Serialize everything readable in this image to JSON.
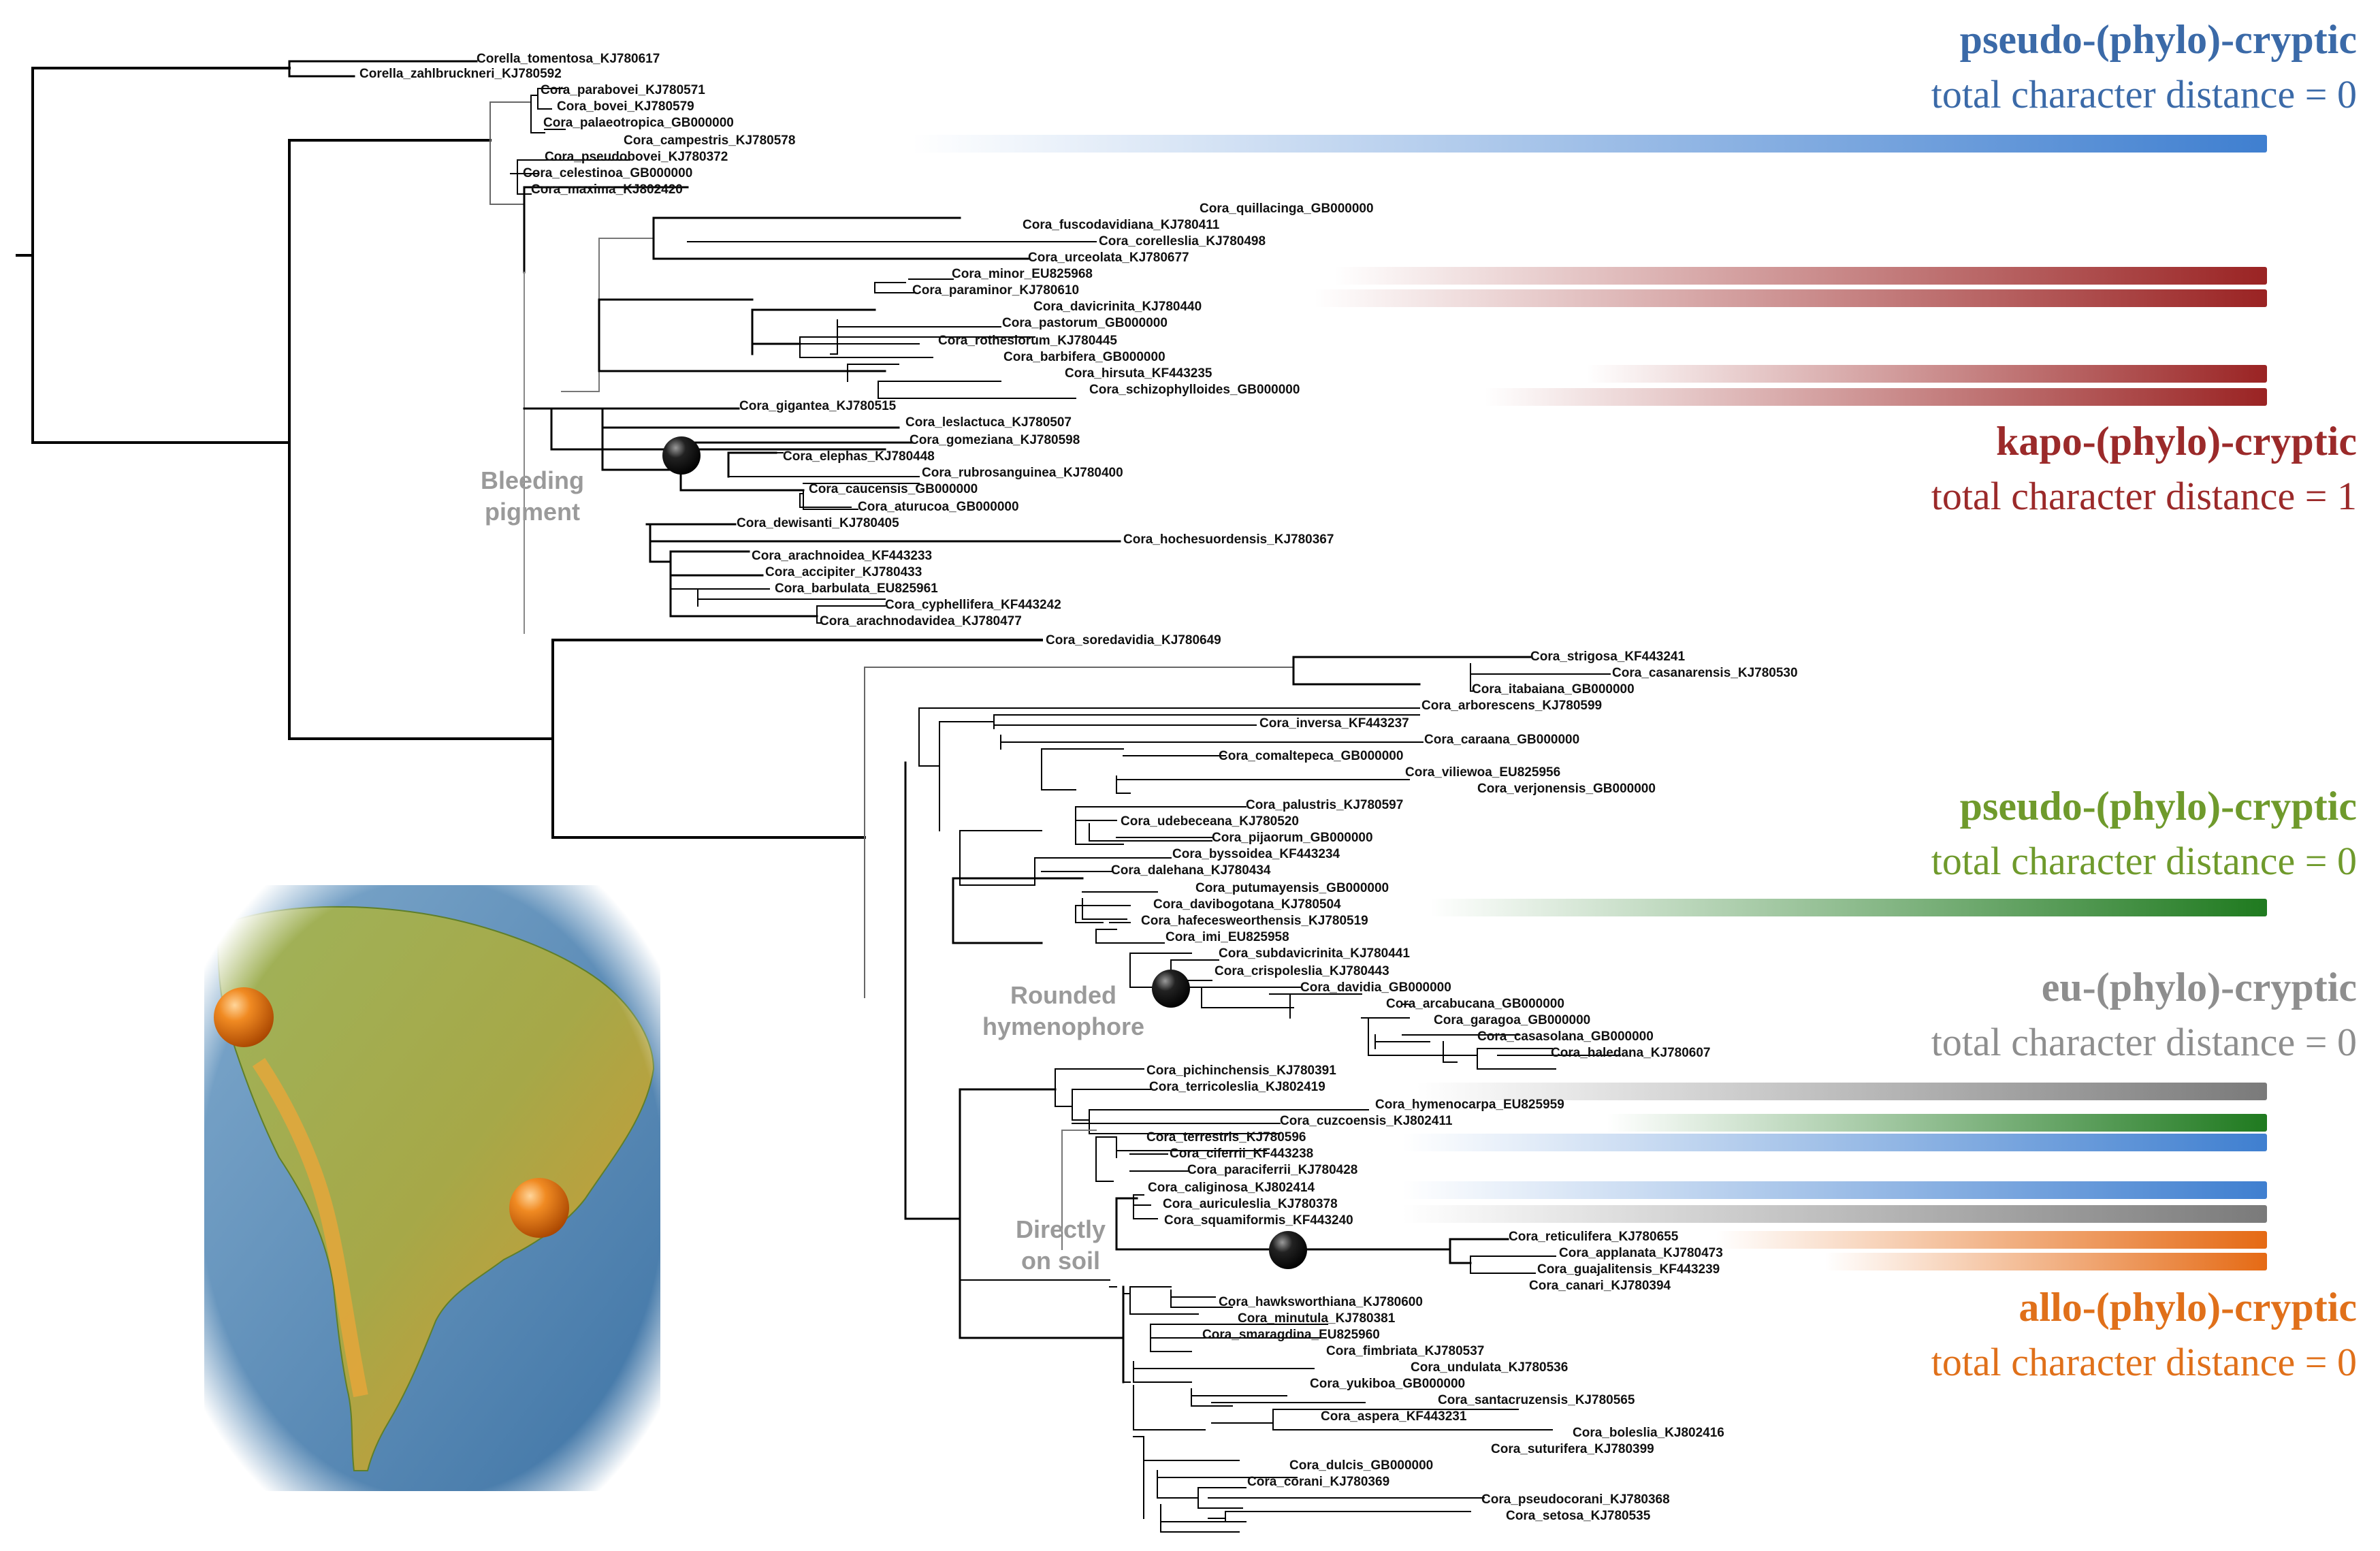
{
  "tips": [
    "Corella_tomentosa_KJ780617",
    "Corella_zahlbruckneri_KJ780592",
    "Cora_parabovei_KJ780571",
    "Cora_bovei_KJ780579",
    "Cora_palaeotropica_GB000000",
    "Cora_campestris_KJ780578",
    "Cora_pseudobovei_KJ780372",
    "Cora_celestinoa_GB000000",
    "Cora_maxima_KJ802420",
    "Cora_quillacinga_GB000000",
    "Cora_fuscodavidiana_KJ780411",
    "Cora_corelleslia_KJ780498",
    "Cora_urceolata_KJ780677",
    "Cora_minor_EU825968",
    "Cora_paraminor_KJ780610",
    "Cora_davicrinita_KJ780440",
    "Cora_pastorum_GB000000",
    "Cora_rothesiorum_KJ780445",
    "Cora_barbifera_GB000000",
    "Cora_hirsuta_KF443235",
    "Cora_schizophylloides_GB000000",
    "Cora_gigantea_KJ780515",
    "Cora_leslactuca_KJ780507",
    "Cora_gomeziana_KJ780598",
    "Cora_elephas_KJ780448",
    "Cora_rubrosanguinea_KJ780400",
    "Cora_caucensis_GB000000",
    "Cora_aturucoa_GB000000",
    "Cora_dewisanti_KJ780405",
    "Cora_hochesuordensis_KJ780367",
    "Cora_arachnoidea_KF443233",
    "Cora_accipiter_KJ780433",
    "Cora_barbulata_EU825961",
    "Cora_cyphellifera_KF443242",
    "Cora_arachnodavidea_KJ780477",
    "Cora_soredavidia_KJ780649",
    "Cora_strigosa_KF443241",
    "Cora_casanarensis_KJ780530",
    "Cora_itabaiana_GB000000",
    "Cora_arborescens_KJ780599",
    "Cora_inversa_KF443237",
    "Cora_caraana_GB000000",
    "Cora_comaltepeca_GB000000",
    "Cora_viliewoa_EU825956",
    "Cora_verjonensis_GB000000",
    "Cora_palustris_KJ780597",
    "Cora_udebeceana_KJ780520",
    "Cora_pijaorum_GB000000",
    "Cora_byssoidea_KF443234",
    "Cora_dalehana_KJ780434",
    "Cora_putumayensis_GB000000",
    "Cora_davibogotana_KJ780504",
    "Cora_hafecesweorthensis_KJ780519",
    "Cora_imi_EU825958",
    "Cora_subdavicrinita_KJ780441",
    "Cora_crispoleslia_KJ780443",
    "Cora_davidia_GB000000",
    "Cora_arcabucana_GB000000",
    "Cora_garagoa_GB000000",
    "Cora_casasolana_GB000000",
    "Cora_haledana_KJ780607",
    "Cora_pichinchensis_KJ780391",
    "Cora_terricoleslia_KJ802419",
    "Cora_hymenocarpa_EU825959",
    "Cora_cuzcoensis_KJ802411",
    "Cora_terrestris_KJ780596",
    "Cora_ciferrii_KF443238",
    "Cora_paraciferrii_KJ780428",
    "Cora_caliginosa_KJ802414",
    "Cora_auriculeslia_KJ780378",
    "Cora_squamiformis_KF443240",
    "Cora_reticulifera_KJ780655",
    "Cora_applanata_KJ780473",
    "Cora_guajalitensis_KF443239",
    "Cora_canari_KJ780394",
    "Cora_hawksworthiana_KJ780600",
    "Cora_minutula_KJ780381",
    "Cora_smaragdina_EU825960",
    "Cora_fimbriata_KJ780537",
    "Cora_undulata_KJ780536",
    "Cora_yukiboa_GB000000",
    "Cora_santacruzensis_KJ780565",
    "Cora_aspera_KF443231",
    "Cora_boleslia_KJ802416",
    "Cora_suturifera_KJ780399",
    "Cora_dulcis_GB000000",
    "Cora_corani_KJ780369",
    "Cora_pseudocorani_KJ780368",
    "Cora_setosa_KJ780535"
  ],
  "annotations": {
    "bleeding": [
      "Bleeding",
      "pigment"
    ],
    "rounded": [
      "Rounded",
      "hymenophore"
    ],
    "soil": [
      "Directly",
      "on soil"
    ]
  },
  "categories": [
    {
      "title": "pseudo-(phylo)-cryptic",
      "subtitle": "total character distance = 0",
      "color": "#3b6aa8"
    },
    {
      "title": "kapo-(phylo)-cryptic",
      "subtitle": "total character distance = 1",
      "color": "#9b2a2a"
    },
    {
      "title": "pseudo-(phylo)-cryptic",
      "subtitle": "total character distance = 0",
      "color": "#6f9a2c"
    },
    {
      "title": "eu-(phylo)-cryptic",
      "subtitle": "total character distance = 0",
      "color": "#8e8e8e"
    },
    {
      "title": "allo-(phylo)-cryptic",
      "subtitle": "total character distance = 0",
      "color": "#e0701a"
    }
  ],
  "bar_colors": {
    "blue": "#3f7fd0",
    "red": "#9a2323",
    "green": "#1f7a1f",
    "gray": "#7a7a7a",
    "orange": "#e56a14"
  },
  "map": {
    "sea_color": "#5a8eb8",
    "land_color": "#8ca64a",
    "highland_color": "#e0a030",
    "marker_color": "#e56a14"
  }
}
